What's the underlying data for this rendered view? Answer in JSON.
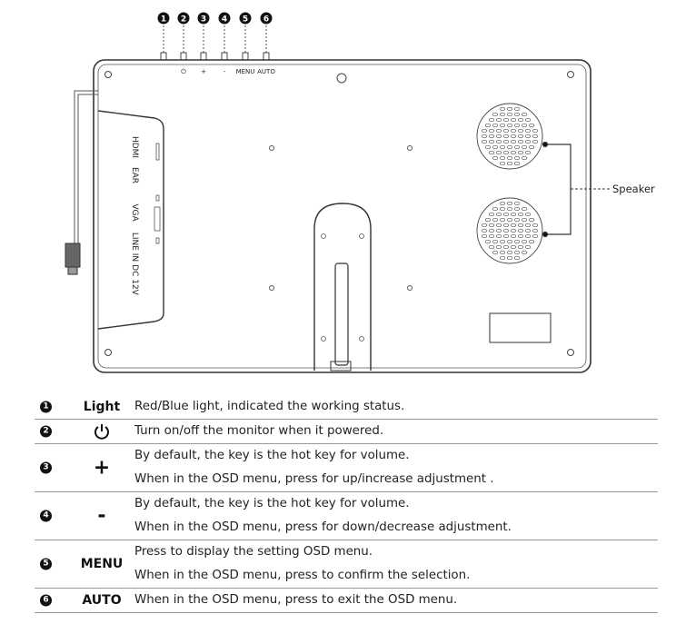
{
  "callouts": [
    "1",
    "2",
    "3",
    "4",
    "5",
    "6"
  ],
  "button_labels": [
    "",
    "⏻",
    "+",
    "-",
    "MENU",
    "AUTO"
  ],
  "ports": [
    "HDMI",
    "EAR",
    "VGA",
    "LINE IN",
    "DC 12V"
  ],
  "speaker_label": "Speaker",
  "rows": [
    {
      "num": "1",
      "key": "Light",
      "lines": [
        "Red/Blue light, indicated the working status."
      ]
    },
    {
      "num": "2",
      "key": "",
      "icon": "power-icon",
      "lines": [
        "Turn on/off the monitor when it powered."
      ]
    },
    {
      "num": "3",
      "key": "+",
      "lines": [
        "By default, the key is the hot key for volume.",
        "When in the OSD menu, press for up/increase adjustment ."
      ]
    },
    {
      "num": "4",
      "key": "-",
      "lines": [
        "By default, the key is the hot key for volume.",
        "When in the OSD menu, press for down/decrease adjustment."
      ]
    },
    {
      "num": "5",
      "key": "MENU",
      "lines": [
        "Press to display the setting OSD menu.",
        "When in the OSD menu, press to confirm the selection."
      ]
    },
    {
      "num": "6",
      "key": "AUTO",
      "lines": [
        "When in the OSD menu, press to exit the OSD menu."
      ]
    }
  ]
}
